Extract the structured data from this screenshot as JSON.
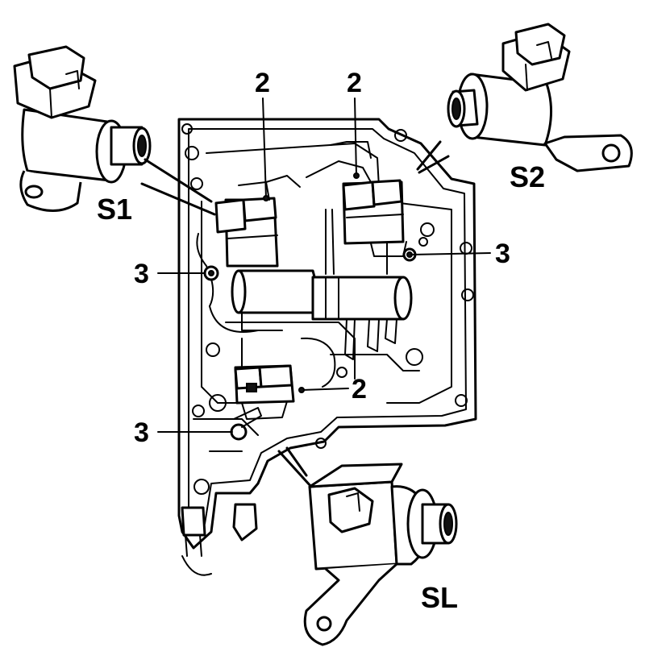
{
  "labels": {
    "solenoid_s1": "S1",
    "solenoid_s2": "S2",
    "solenoid_sl": "SL",
    "connector_top_left": "2",
    "connector_top_right": "2",
    "connector_lower": "2",
    "bolt_right": "3",
    "bolt_left_upper": "3",
    "bolt_left_lower": "3"
  }
}
